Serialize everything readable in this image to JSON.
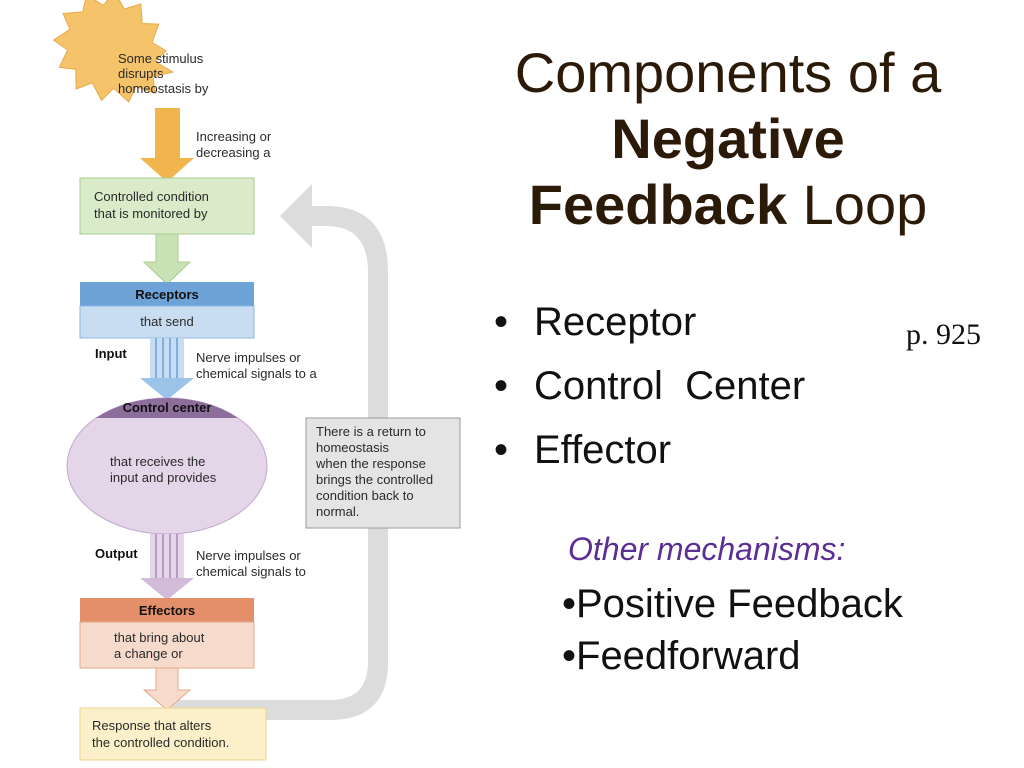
{
  "title": {
    "line1": "Components of a",
    "line2_bold": "Negative",
    "line3_bold": "Feedback",
    "line3_rest": " Loop"
  },
  "bullets": [
    "Receptor",
    "Control  Center",
    "Effector"
  ],
  "bullet_char": "•",
  "page_ref": "p. 925",
  "other": {
    "heading": "Other mechanisms:",
    "items": [
      "•Positive Feedback",
      "•Feedforward"
    ]
  },
  "diagram": {
    "stimulus": [
      "Some stimulus",
      "disrupts",
      "homeostasis by"
    ],
    "change": [
      "Increasing or",
      "decreasing a"
    ],
    "controlled_condition": [
      "Controlled condition",
      "that is monitored by"
    ],
    "receptors": {
      "title": "Receptors",
      "text": "that send"
    },
    "input": {
      "label": "Input",
      "text": [
        "Nerve impulses or",
        "chemical signals to a"
      ]
    },
    "control_center": {
      "title": "Control center",
      "text": [
        "that receives the",
        "input and provides"
      ]
    },
    "return_note": [
      "There is a return to",
      "homeostasis",
      "when the response",
      "brings the controlled",
      "condition back to",
      "normal."
    ],
    "output": {
      "label": "Output",
      "text": [
        "Nerve impulses or",
        "chemical signals to"
      ]
    },
    "effectors": {
      "title": "Effectors",
      "text": [
        "that bring about",
        "a change or"
      ]
    },
    "response": [
      "Response that alters",
      "the controlled condition."
    ]
  },
  "colors": {
    "stimulus": "#f5c46a",
    "controlled_condition": "#d9ebc9",
    "receptors_header": "#6ea3d8",
    "receptors_body": "#c8ddf1",
    "control_header": "#8d6d9b",
    "control_body": "#e4d5e8",
    "effectors_header": "#e3906a",
    "effectors_body": "#f6dacc",
    "response": "#fbf0c9",
    "return_arrow": "#dcdcdc",
    "other_heading": "#5b2f94"
  }
}
